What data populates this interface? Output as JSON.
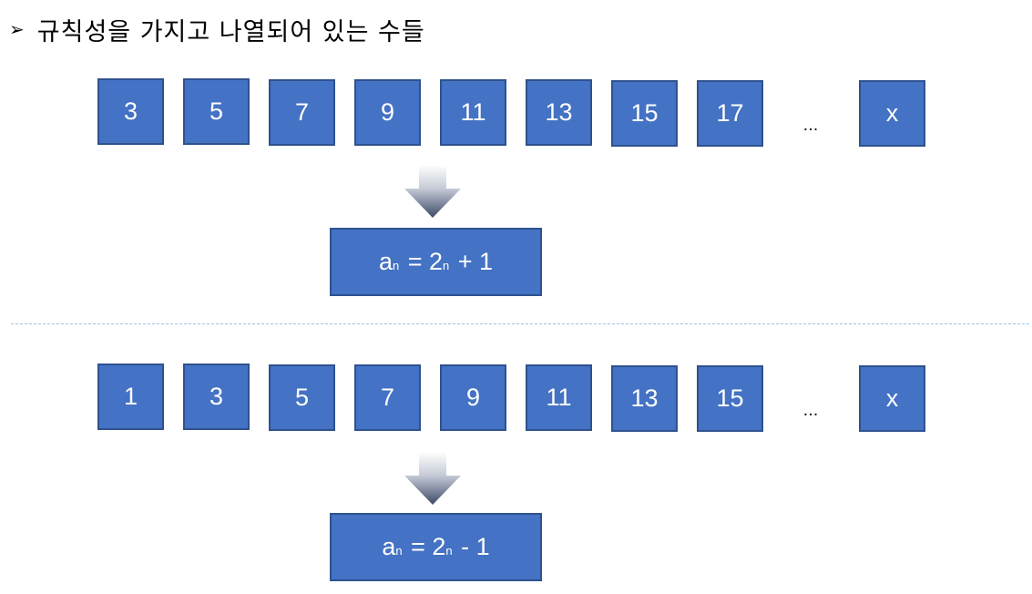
{
  "heading": {
    "bullet": "➢",
    "text": "규칙성을 가지고 나열되어 있는 수들"
  },
  "sequence_1": {
    "terms": [
      "3",
      "5",
      "7",
      "9",
      "11",
      "13",
      "15",
      "17"
    ],
    "ellipsis": "...",
    "last_term": "x",
    "formula": {
      "lhs": "a",
      "lhs_sub": "n",
      "eq": " = 2",
      "coef_sub": "n",
      "rhs": " + 1"
    }
  },
  "sequence_2": {
    "terms": [
      "1",
      "3",
      "5",
      "7",
      "9",
      "11",
      "13",
      "15"
    ],
    "ellipsis": "...",
    "last_term": "x",
    "formula": {
      "lhs": "a",
      "lhs_sub": "n",
      "eq": " = 2",
      "coef_sub": "n",
      "rhs": " - 1"
    }
  },
  "colors": {
    "box_fill": "#4472c4",
    "box_border": "#2f528f",
    "divider": "#9dc3e6"
  },
  "icons": {
    "bullet": "arrowhead-bullet-icon",
    "down_arrow": "down-arrow-icon"
  }
}
